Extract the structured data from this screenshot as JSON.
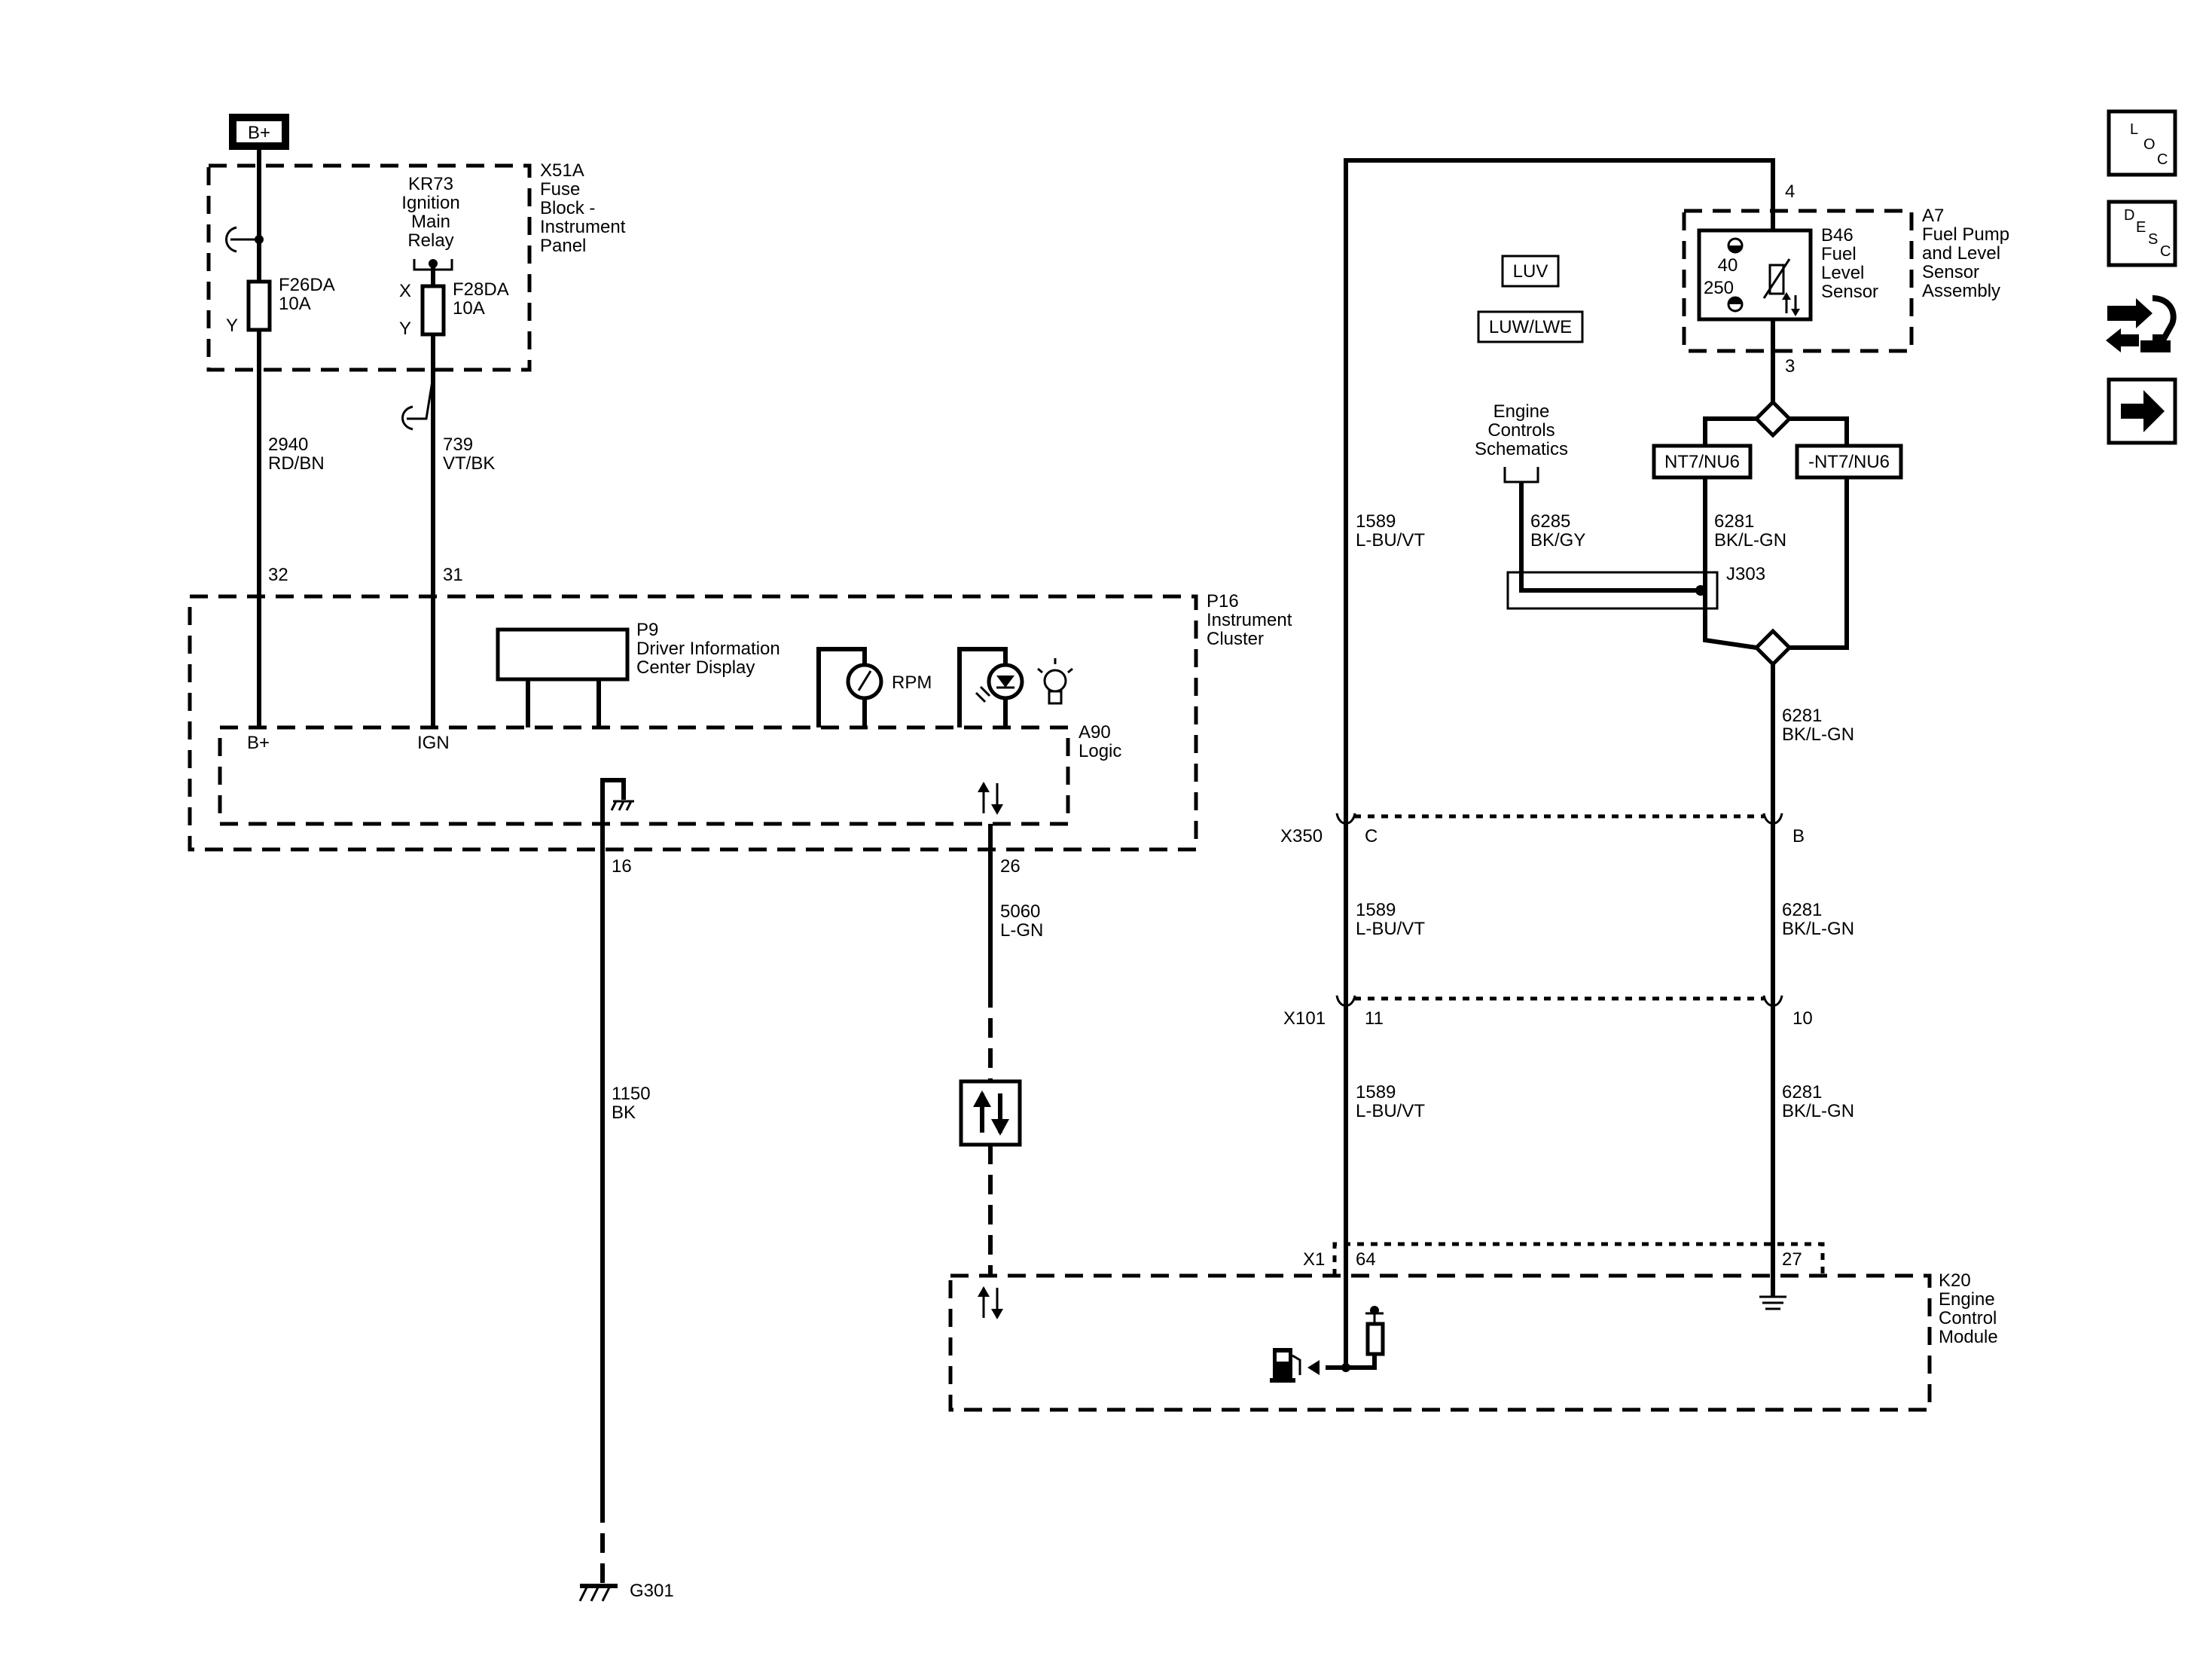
{
  "power": {
    "battery_label": "B+"
  },
  "fuse_block": {
    "name": "X51A",
    "desc": [
      "Fuse",
      "Block -",
      "Instrument",
      "Panel"
    ],
    "relay": [
      "KR73",
      "Ignition",
      "Main",
      "Relay"
    ],
    "fuse1": {
      "name": "F26DA",
      "rating": "10A",
      "pin": "Y"
    },
    "fuse2": {
      "name": "F28DA",
      "rating": "10A",
      "pin_in": "X",
      "pin_out": "Y"
    }
  },
  "wires_left": {
    "w1": {
      "circuit": "2940",
      "color": "RD/BN",
      "pin": "32"
    },
    "w2": {
      "circuit": "739",
      "color": "VT/BK",
      "pin": "31"
    }
  },
  "cluster": {
    "name": "P16",
    "desc": [
      "Instrument",
      "Cluster"
    ],
    "display": [
      "P9",
      "Driver Information",
      "Center Display"
    ],
    "rpm_label": "RPM",
    "logic_name": "A90",
    "logic_desc": "Logic",
    "bplus_label": "B+",
    "ign_label": "IGN"
  },
  "ground_wire": {
    "pin": "16",
    "circuit": "1150",
    "color": "BK",
    "ground": "G301"
  },
  "data_wire": {
    "pin": "26",
    "circuit": "5060",
    "color": "L-GN"
  },
  "options": {
    "luv": "LUV",
    "luw": "LUW/LWE",
    "nt7": "NT7/NU6",
    "not_nt7": "-NT7/NU6"
  },
  "engine_ref": [
    "Engine",
    "Controls",
    "Schematics"
  ],
  "fuel_pump": {
    "name": "A7",
    "desc": [
      "Fuel Pump",
      "and Level",
      "Sensor",
      "Assembly"
    ],
    "sensor": [
      "B46",
      "Fuel",
      "Level",
      "Sensor"
    ],
    "full_value": "40",
    "empty_value": "250",
    "pin_top": "4",
    "pin_bottom": "3"
  },
  "signal_wires": {
    "w1589": {
      "circuit": "1589",
      "color": "L-BU/VT"
    },
    "w6281": {
      "circuit": "6281",
      "color": "BK/L-GN"
    },
    "w6285": {
      "circuit": "6285",
      "color": "BK/GY"
    },
    "splice": "J303"
  },
  "connectors": {
    "x350": {
      "name": "X350",
      "pin_left": "C",
      "pin_right": "B"
    },
    "x101": {
      "name": "X101",
      "pin_left": "11",
      "pin_right": "10"
    },
    "x1": {
      "name": "X1",
      "pin_left": "64",
      "pin_right": "27"
    }
  },
  "ecm": {
    "name": "K20",
    "desc": [
      "Engine",
      "Control",
      "Module"
    ]
  },
  "nav_buttons": {
    "loc": [
      "L",
      "O",
      "C"
    ],
    "desc": [
      "D",
      "E",
      "S",
      "C"
    ]
  }
}
